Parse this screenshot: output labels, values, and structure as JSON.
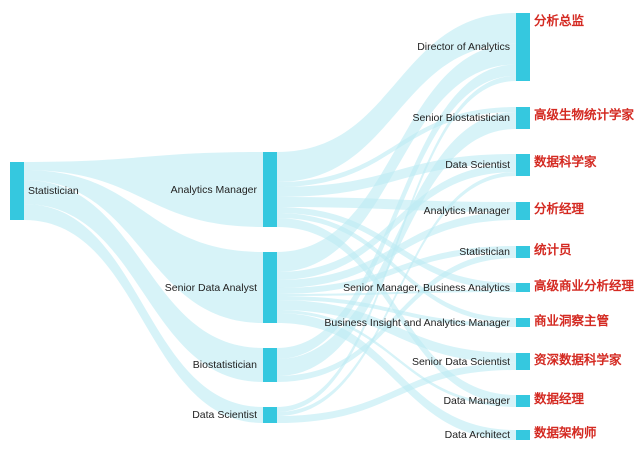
{
  "chart_data": {
    "type": "sankey",
    "colors": {
      "node": "#35c8df",
      "link": "#bdebf3",
      "annotation": "#d42a22"
    },
    "columns": [
      [
        {
          "id": "s0",
          "label": "Statistician"
        }
      ],
      [
        {
          "id": "am1",
          "label": "Analytics Manager"
        },
        {
          "id": "sda1",
          "label": "Senior Data Analyst"
        },
        {
          "id": "bio1",
          "label": "Biostatistician"
        },
        {
          "id": "ds1",
          "label": "Data Scientist"
        }
      ],
      [
        {
          "id": "dir2",
          "label": "Director of Analytics",
          "zh": "分析总监"
        },
        {
          "id": "sbio2",
          "label": "Senior Biostatistician",
          "zh": "高级生物统计学家"
        },
        {
          "id": "ds2",
          "label": "Data Scientist",
          "zh": "数据科学家"
        },
        {
          "id": "am2",
          "label": "Analytics Manager",
          "zh": "分析经理"
        },
        {
          "id": "st2",
          "label": "Statistician",
          "zh": "统计员"
        },
        {
          "id": "smba2",
          "label": "Senior Manager, Business Analytics",
          "zh": "高级商业分析经理"
        },
        {
          "id": "bi2",
          "label": "Business Insight and Analytics Manager",
          "zh": "商业洞察主管"
        },
        {
          "id": "sds2",
          "label": "Senior Data Scientist",
          "zh": "资深数据科学家"
        },
        {
          "id": "dm2",
          "label": "Data Manager",
          "zh": "数据经理"
        },
        {
          "id": "da2",
          "label": "Data Architect",
          "zh": "数据架构师"
        }
      ]
    ],
    "links": [
      {
        "source": "s0",
        "target": "am1",
        "value": 8
      },
      {
        "source": "s0",
        "target": "sda1",
        "value": 10
      },
      {
        "source": "s0",
        "target": "bio1",
        "value": 24
      },
      {
        "source": "s0",
        "target": "ds1",
        "value": 16
      },
      {
        "source": "am1",
        "target": "dir2",
        "value": 30
      },
      {
        "source": "am1",
        "target": "sbio2",
        "value": 5
      },
      {
        "source": "am1",
        "target": "ds2",
        "value": 10
      },
      {
        "source": "am1",
        "target": "am2",
        "value": 10
      },
      {
        "source": "am1",
        "target": "smba2",
        "value": 6
      },
      {
        "source": "am1",
        "target": "bi2",
        "value": 5
      },
      {
        "source": "am1",
        "target": "dm2",
        "value": 9
      },
      {
        "source": "sda1",
        "target": "dir2",
        "value": 20
      },
      {
        "source": "sda1",
        "target": "ds2",
        "value": 8
      },
      {
        "source": "sda1",
        "target": "am2",
        "value": 8
      },
      {
        "source": "sda1",
        "target": "st2",
        "value": 6
      },
      {
        "source": "sda1",
        "target": "smba2",
        "value": 2
      },
      {
        "source": "sda1",
        "target": "bi2",
        "value": 4
      },
      {
        "source": "sda1",
        "target": "sds2",
        "value": 10
      },
      {
        "source": "sda1",
        "target": "dm2",
        "value": 3
      },
      {
        "source": "sda1",
        "target": "da2",
        "value": 10
      },
      {
        "source": "bio1",
        "target": "dir2",
        "value": 11
      },
      {
        "source": "bio1",
        "target": "sbio2",
        "value": 17
      },
      {
        "source": "bio1",
        "target": "st2",
        "value": 6
      },
      {
        "source": "ds1",
        "target": "dir2",
        "value": 5
      },
      {
        "source": "ds1",
        "target": "ds2",
        "value": 4
      },
      {
        "source": "ds1",
        "target": "sds2",
        "value": 7
      }
    ]
  }
}
